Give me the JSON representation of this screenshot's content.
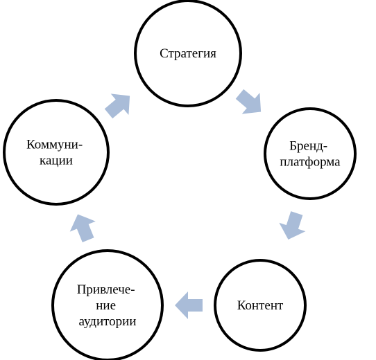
{
  "diagram": {
    "type": "cycle",
    "colors": {
      "circle_fill": "#ffffff",
      "circle_stroke": "#000000",
      "arrow": "#a9bcd8",
      "text": "#000000"
    },
    "nodes": [
      {
        "id": "strategy",
        "lines": [
          "Стратегия"
        ]
      },
      {
        "id": "brand-platform",
        "lines": [
          "Бренд-",
          "платформа"
        ]
      },
      {
        "id": "content",
        "lines": [
          "Контент"
        ]
      },
      {
        "id": "audience-attraction",
        "lines": [
          "Привлече-",
          "ние",
          "аудитории"
        ]
      },
      {
        "id": "communications",
        "lines": [
          "Коммуни-",
          "кации"
        ]
      }
    ],
    "flow": [
      "strategy",
      "brand-platform",
      "content",
      "audience-attraction",
      "communications",
      "strategy"
    ]
  }
}
